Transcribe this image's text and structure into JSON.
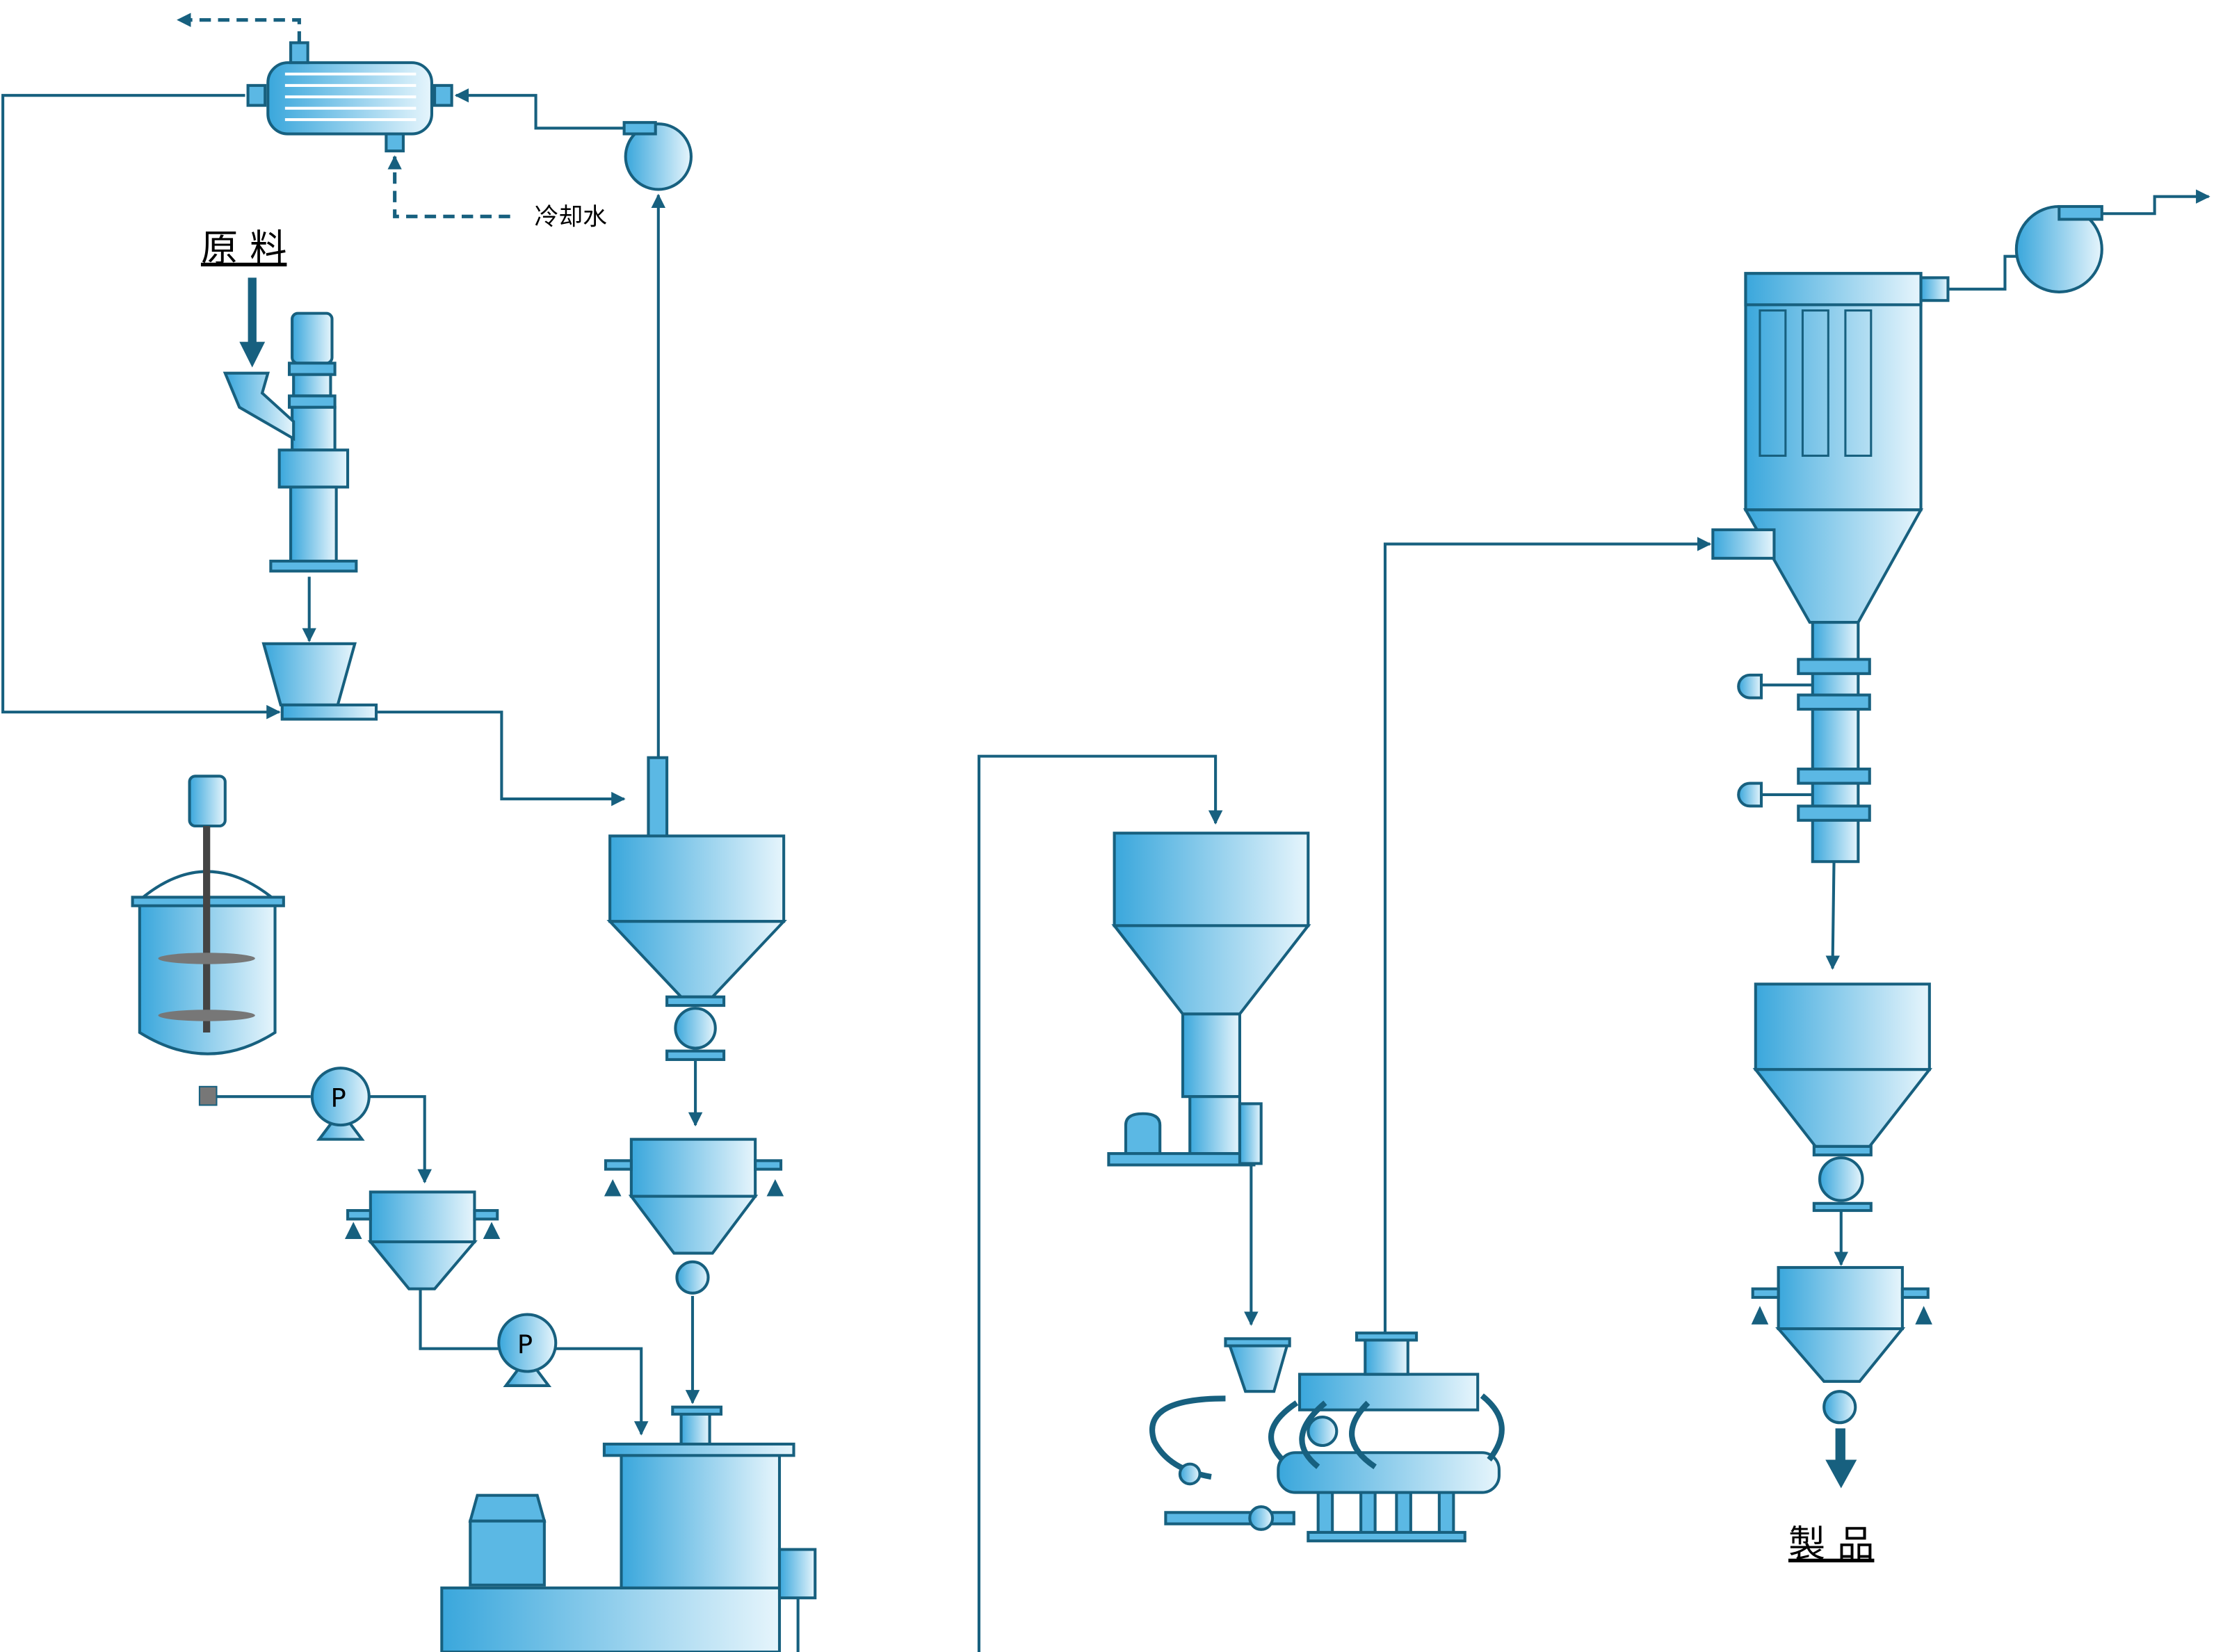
{
  "labels": {
    "raw_material": "原 料",
    "cooling_water": "冷却水",
    "pump_1": "P",
    "pump_2": "P",
    "product": "製 品"
  },
  "colors": {
    "line": "#17607f",
    "equipment_dark": "#3aa7dc",
    "equipment_light": "#e6f5fc"
  }
}
